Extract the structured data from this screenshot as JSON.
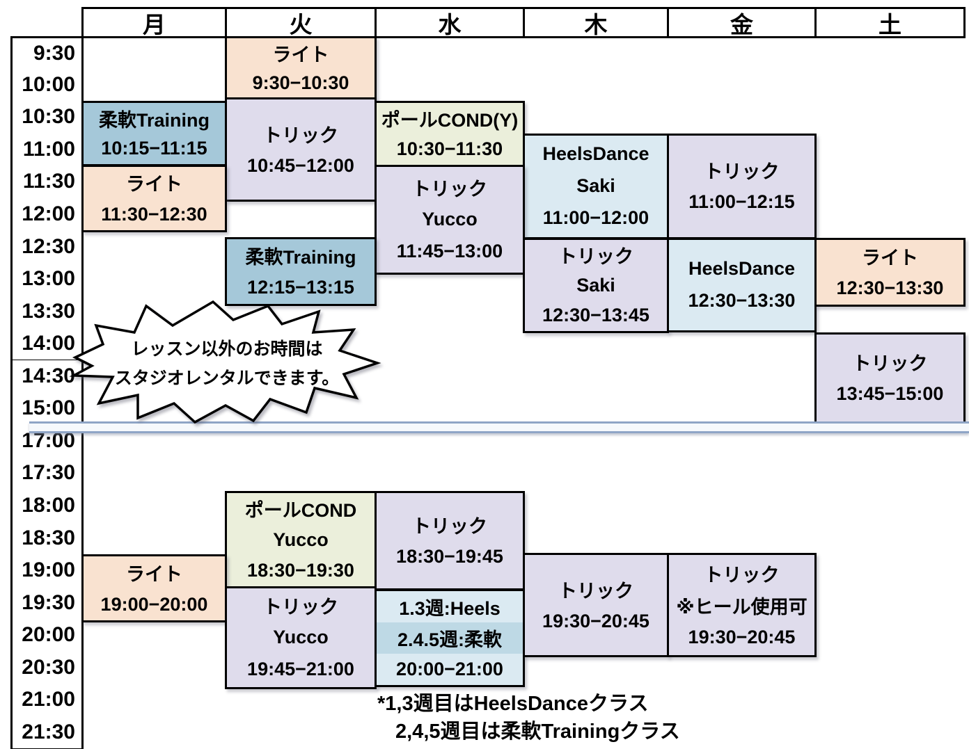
{
  "weekdays": [
    "月",
    "火",
    "水",
    "木",
    "金",
    "土"
  ],
  "time_slots": [
    "9:30",
    "10:00",
    "10:30",
    "11:00",
    "11:30",
    "12:00",
    "12:30",
    "13:00",
    "13:30",
    "14:00",
    "14:30",
    "15:00",
    "17:00",
    "17:30",
    "18:00",
    "18:30",
    "19:00",
    "19:30",
    "20:00",
    "20:30",
    "21:00",
    "21:30"
  ],
  "colors": {
    "light": "#f9e2d0",
    "flex": "#a5c8d9",
    "trick": "#dfdcec",
    "polecond": "#ebefdb",
    "heels": "#dbeaf2",
    "heels_band": "#bed9e5",
    "divider": "#8fa5c6",
    "grid": "#000000"
  },
  "classes": [
    {
      "day": 1,
      "row_start": 0,
      "row_end": 1.9,
      "category": "light",
      "lines": [
        "ライト",
        "9:30−10:30"
      ]
    },
    {
      "day": 0,
      "row_start": 2,
      "row_end": 3.95,
      "category": "flex",
      "lines": [
        "柔軟Training",
        "10:15−11:15"
      ]
    },
    {
      "day": 1,
      "row_start": 1.9,
      "row_end": 5.05,
      "category": "trick",
      "lines": [
        "トリック",
        "10:45−12:00"
      ]
    },
    {
      "day": 2,
      "row_start": 2,
      "row_end": 3.97,
      "category": "polecond",
      "lines": [
        "ポールCOND(Y)",
        "10:30−11:30"
      ]
    },
    {
      "day": 3,
      "row_start": 3,
      "row_end": 6.2,
      "category": "heels",
      "lines": [
        "HeelsDance",
        "Saki",
        "11:00−12:00"
      ]
    },
    {
      "day": 4,
      "row_start": 3,
      "row_end": 6.2,
      "category": "trick",
      "lines": [
        "トリック",
        "11:00−12:15"
      ]
    },
    {
      "day": 0,
      "row_start": 3.97,
      "row_end": 6,
      "category": "light",
      "lines": [
        "ライト",
        "11:30−12:30"
      ]
    },
    {
      "day": 2,
      "row_start": 3.97,
      "row_end": 7.3,
      "category": "trick",
      "lines": [
        "トリック",
        "Yucco",
        "11:45−13:00"
      ]
    },
    {
      "day": 1,
      "row_start": 6.2,
      "row_end": 8.27,
      "category": "flex",
      "lines": [
        "柔軟Training",
        "12:15−13:15"
      ]
    },
    {
      "day": 3,
      "row_start": 6.22,
      "row_end": 9.1,
      "category": "trick",
      "lines": [
        "トリック",
        "Saki",
        "12:30−13:45"
      ]
    },
    {
      "day": 4,
      "row_start": 6.22,
      "row_end": 9.08,
      "category": "heels",
      "lines": [
        "HeelsDance",
        "12:30−13:30"
      ]
    },
    {
      "day": 5,
      "row_start": 6.24,
      "row_end": 8.3,
      "category": "light",
      "lines": [
        "ライト",
        "12:30−13:30"
      ]
    },
    {
      "day": 5,
      "row_start": 9.15,
      "row_end": 11.9,
      "category": "trick",
      "lines": [
        "トリック",
        "13:45−15:00"
      ]
    },
    {
      "day": 1,
      "row_start": 14.05,
      "row_end": 17,
      "category": "polecond",
      "lines": [
        "ポールCOND",
        "Yucco",
        "18:30−19:30"
      ]
    },
    {
      "day": 2,
      "row_start": 14.05,
      "row_end": 17.05,
      "category": "trick",
      "lines": [
        "トリック",
        "18:30−19:45"
      ]
    },
    {
      "day": 0,
      "row_start": 16,
      "row_end": 18.05,
      "category": "light",
      "lines": [
        "ライト",
        "19:00−20:00"
      ]
    },
    {
      "day": 1,
      "row_start": 17,
      "row_end": 20.1,
      "category": "trick",
      "lines": [
        "トリック",
        "Yucco",
        "19:45−21:00"
      ]
    },
    {
      "day": 2,
      "row_start": 17.08,
      "row_end": 20.05,
      "category": "heels",
      "lines": [
        "1.3週:Heels",
        "2.4.5週:柔軟",
        "20:00−21:00"
      ],
      "highlight_line": 1
    },
    {
      "day": 3,
      "row_start": 15.97,
      "row_end": 19.12,
      "category": "trick",
      "lines": [
        "トリック",
        "19:30−20:45"
      ]
    },
    {
      "day": 4,
      "row_start": 15.97,
      "row_end": 19.12,
      "category": "trick",
      "lines": [
        "トリック",
        "※ヒール使用可",
        "19:30−20:45"
      ]
    }
  ],
  "rental_note": {
    "lines": [
      "レッスン以外のお時間は",
      "スタジオレンタルできます。"
    ]
  },
  "footnotes": [
    "*1,3週目はHeelsDanceクラス",
    "2,4,5週目は柔軟Trainingクラス"
  ]
}
